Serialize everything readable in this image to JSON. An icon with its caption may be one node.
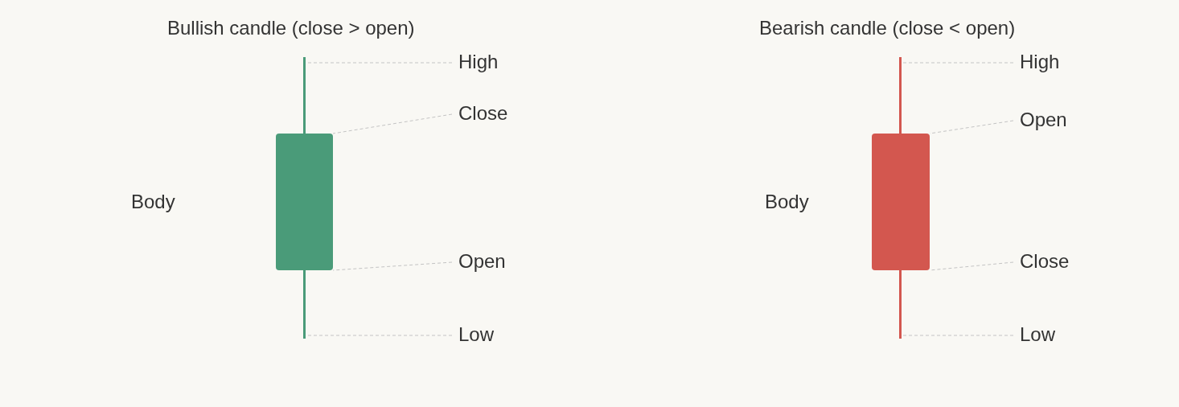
{
  "diagram": {
    "nodes": [
      {
        "text": [],
        "shape": "bar"
      },
      {
        "text": [],
        "shape": "box"
      },
      {
        "text": [
          "High"
        ]
      },
      {
        "text": [
          "Close"
        ]
      },
      {
        "text": [
          "Open"
        ]
      },
      {
        "text": [
          "Low"
        ]
      },
      {
        "text": [],
        "shape": "bar"
      },
      {
        "text": [],
        "shape": "box"
      },
      {
        "text": [
          "High"
        ]
      },
      {
        "text": [
          "Open"
        ]
      },
      {
        "text": [
          "Close"
        ]
      },
      {
        "text": [
          "Low"
        ]
      }
    ],
    "edges": [
      {
        "from": 2,
        "to": 0,
        "arrow": "none"
      },
      {
        "from": 3,
        "to": 1,
        "arrow": "none"
      },
      {
        "from": 4,
        "to": 1,
        "arrow": "none"
      },
      {
        "from": 5,
        "to": 0,
        "arrow": "none"
      },
      {
        "from": 8,
        "to": 6,
        "arrow": "none"
      },
      {
        "from": 9,
        "to": 7,
        "arrow": "none"
      },
      {
        "from": 10,
        "to": 7,
        "arrow": "none"
      },
      {
        "from": 11,
        "to": 6,
        "arrow": "none"
      }
    ],
    "labels": [
      "Bullish candle (close > open)",
      "Bearish candle (close < open)",
      "Body",
      "Body"
    ]
  }
}
